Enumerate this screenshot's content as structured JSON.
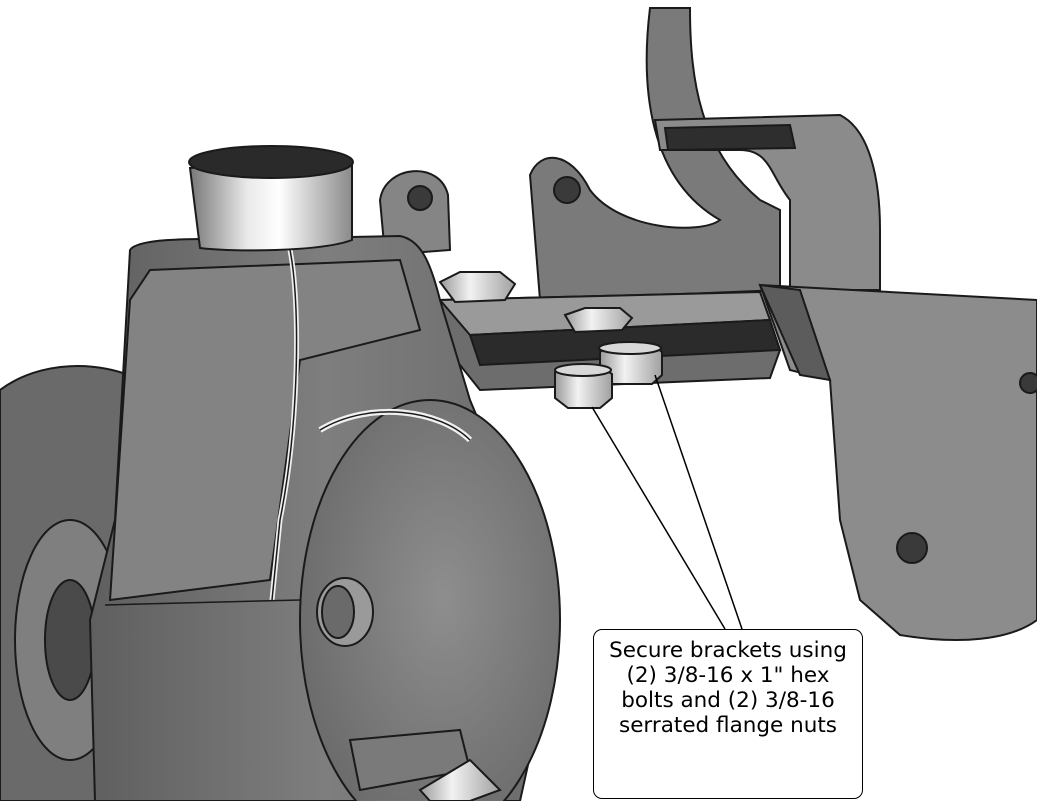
{
  "illustration": {
    "subject": "bracket-assembly-render",
    "colors": {
      "steel_dark": "#6f6f6f",
      "steel_mid": "#8a8a8a",
      "steel_light": "#a8a8a8",
      "shadow": "#3a3a3a",
      "outline": "#1a1a1a",
      "highlight": "#f0f0f0"
    }
  },
  "callout": {
    "lines": [
      "Secure brackets using",
      "(2) 3/8-16 x 1\" hex",
      "bolts and (2) 3/8-16",
      "serrated flange nuts"
    ]
  }
}
